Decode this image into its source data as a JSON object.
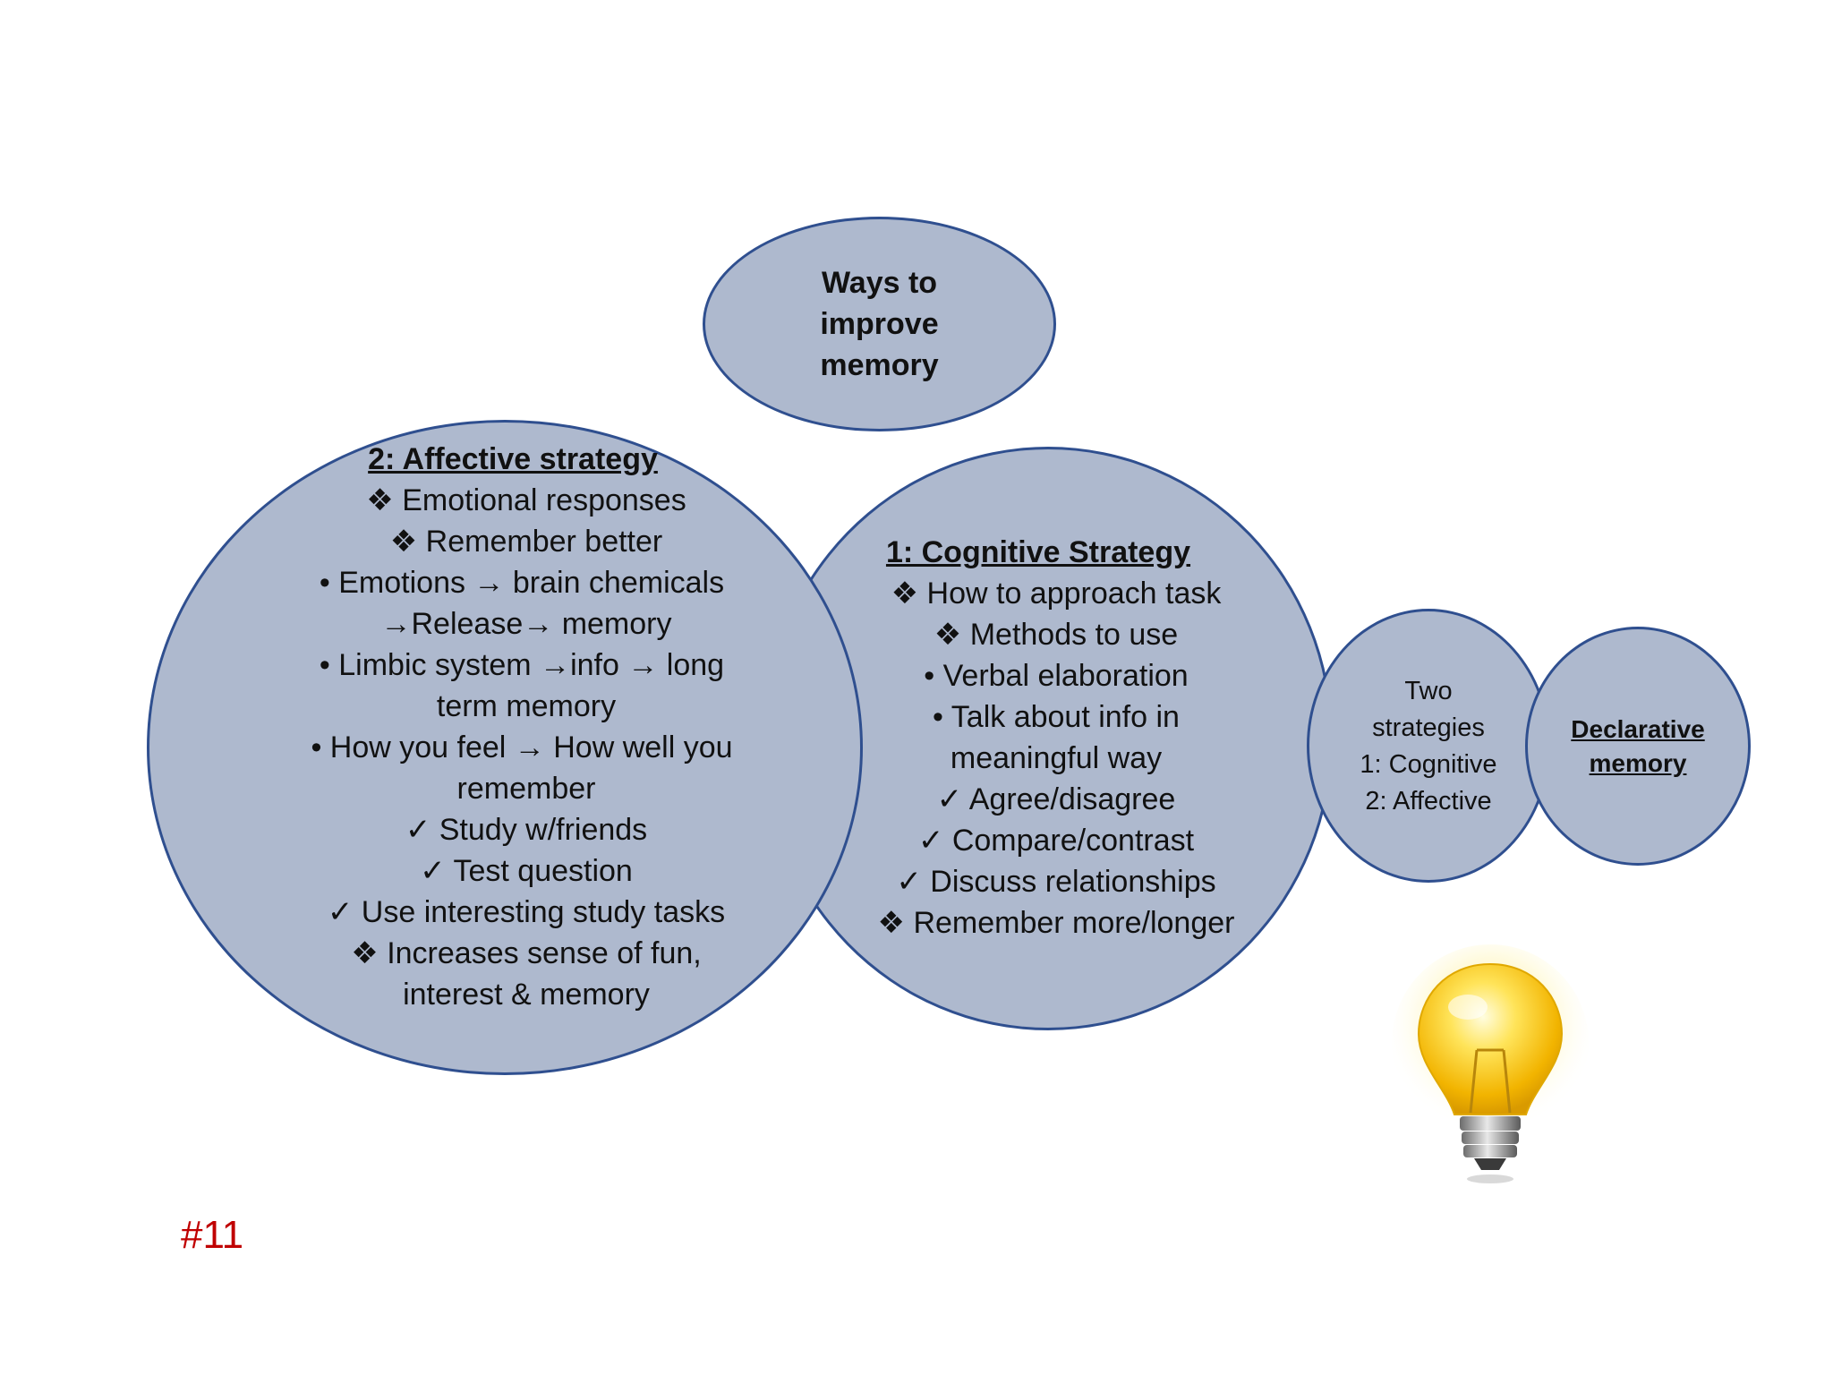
{
  "title_bubble": {
    "lines": [
      "Ways to",
      "improve",
      "memory"
    ]
  },
  "affective_bubble": {
    "heading": "2: Affective strategy",
    "lines": [
      "❖ Emotional responses",
      "❖ Remember better",
      "•   Emotions → brain chemicals",
      "→Release→ memory",
      "•   Limbic system →info → long",
      "term memory",
      "•   How you feel → How well you",
      "remember",
      "✓  Study w/friends",
      "✓  Test question",
      "✓  Use interesting study tasks",
      "❖ Increases sense of fun,",
      "interest & memory"
    ]
  },
  "cognitive_bubble": {
    "heading": "1: Cognitive Strategy",
    "lines": [
      "❖ How to approach task",
      "❖ Methods to use",
      "•   Verbal elaboration",
      "•   Talk about info in",
      "meaningful way",
      "✓  Agree/disagree",
      "✓  Compare/contrast",
      "✓  Discuss relationships",
      "❖ Remember more/longer"
    ]
  },
  "strategies_bubble": {
    "lines": [
      "Two",
      "strategies",
      "1: Cognitive",
      "2: Affective"
    ]
  },
  "declarative_bubble": {
    "lines": [
      "Declarative",
      "memory"
    ]
  },
  "slide_number": "#11",
  "icons": {
    "lightbulb": "lightbulb-icon"
  },
  "colors": {
    "bubble_fill": "#aeb9ce",
    "bubble_border": "#2f4f8f",
    "slide_number": "#c00000"
  }
}
